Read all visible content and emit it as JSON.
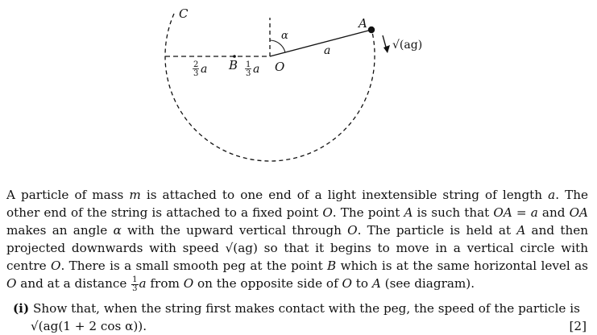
{
  "diagram": {
    "labels": {
      "C": "C",
      "A": "A",
      "B": "B",
      "O": "O",
      "alpha": "α",
      "a": "a",
      "speed": "√(ag)",
      "two_thirds_num": "2",
      "two_thirds_den": "3",
      "two_thirds_a": "a",
      "one_third_num": "1",
      "one_third_den": "3",
      "one_third_a": "a"
    }
  },
  "problem": {
    "text_1": "A particle of mass ",
    "m": "m",
    "text_2": " is attached to one end of a light inextensible string of length ",
    "a1": "a",
    "text_3": ". The other end of the string is attached to a fixed point ",
    "O1": "O",
    "text_4": ". The point ",
    "A1": "A",
    "text_5": " is such that ",
    "OA1": "OA",
    "text_6": " = ",
    "a2": "a",
    "text_7": " and ",
    "OA2": "OA",
    "text_8": " makes an angle ",
    "alpha1": "α",
    "text_9": " with the upward vertical through ",
    "O2": "O",
    "text_10": ". The particle is held at ",
    "A2": "A",
    "text_11": " and then projected downwards with speed ",
    "speed": "√(ag)",
    "text_12": " so that it begins to move in a vertical circle with centre ",
    "O3": "O",
    "text_13": ". There is a small smooth peg at the point ",
    "B1": "B",
    "text_14": " which is at the same horizontal level as ",
    "O4": "O",
    "text_15": " and at a distance ",
    "frac_num": "1",
    "frac_den": "3",
    "a3": "a",
    "text_16": " from ",
    "O5": "O",
    "text_17": " on the opposite side of ",
    "O6": "O",
    "text_18": " to ",
    "A3": "A",
    "text_19": " (see diagram)."
  },
  "part_i": {
    "label": "(i)",
    "text": " Show that, when the string first makes contact with the peg, the speed of the particle is",
    "answer": "√(ag(1 + 2 cos α)).",
    "marks": "[2]"
  }
}
